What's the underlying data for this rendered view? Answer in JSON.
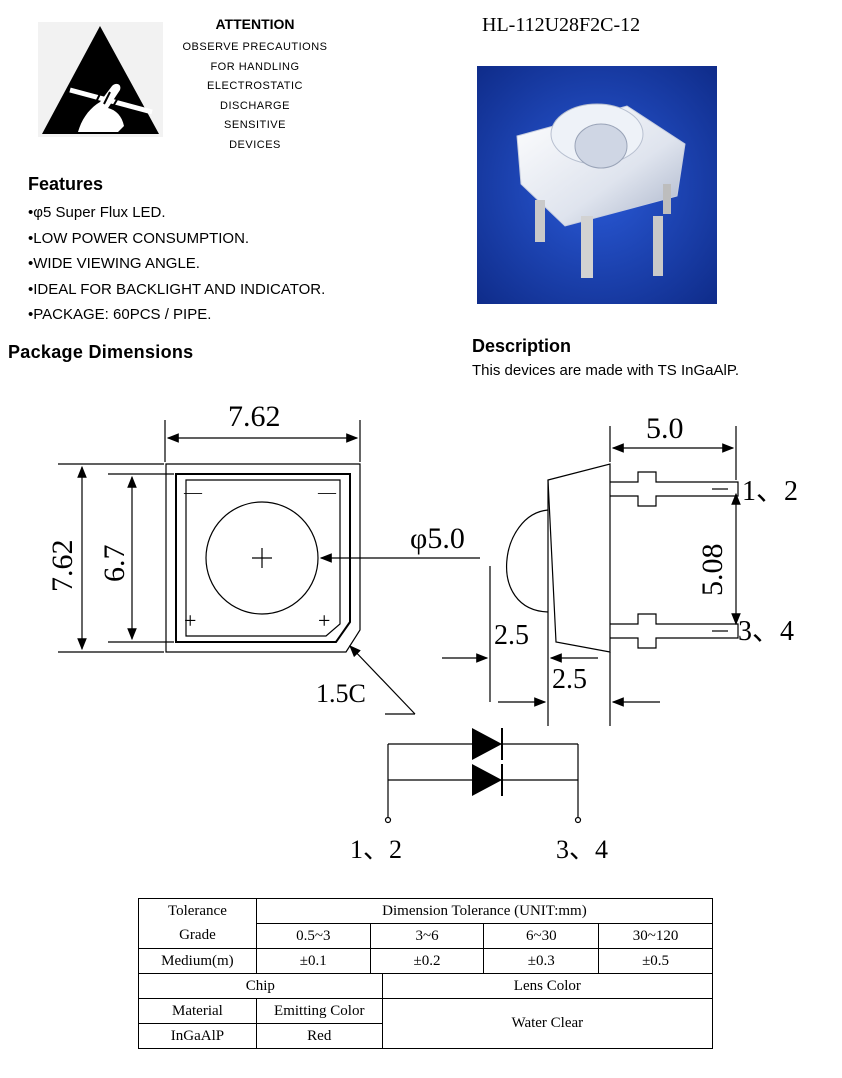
{
  "attention": {
    "title": "ATTENTION",
    "lines": [
      "OBSERVE PRECAUTIONS",
      "FOR HANDLING",
      "ELECTROSTATIC",
      "DISCHARGE",
      "SENSITIVE",
      "DEVICES"
    ],
    "icon": "esd-warning-icon"
  },
  "part_number": "HL-112U28F2C-12",
  "features": {
    "title": "Features",
    "items": [
      "φ5 Super Flux LED.",
      "LOW POWER CONSUMPTION.",
      "WIDE VIEWING ANGLE.",
      "IDEAL FOR BACKLIGHT AND INDICATOR.",
      "PACKAGE: 60PCS / PIPE."
    ]
  },
  "package_dimensions": {
    "title": "Package Dimensions"
  },
  "description": {
    "title": "Description",
    "text": "This devices are made with TS InGaAlP."
  },
  "drawing": {
    "top_width": "7.62",
    "left_outer": "7.62",
    "left_inner": "6.7",
    "lens_dia": "φ5.0",
    "chamfer": "1.5C",
    "side_width": "5.0",
    "pin_pitch": "5.08",
    "dim_lens": "2.5",
    "dim_body": "2.5",
    "pin_top": "1、2",
    "pin_bottom": "3、4",
    "minus": "—",
    "plus": "+",
    "schem_left": "1、2",
    "schem_right": "3、4"
  },
  "tolerance_table": {
    "tolerance": "Tolerance",
    "grade": "Grade",
    "header": "Dimension Tolerance (UNIT:mm)",
    "ranges": [
      "0.5~3",
      "3~6",
      "6~30",
      "30~120"
    ],
    "medium": "Medium(m)",
    "values": [
      "±0.1",
      "±0.2",
      "±0.3",
      "±0.5"
    ],
    "chip": "Chip",
    "lens_color": "Lens Color",
    "material": "Material",
    "emitting_color": "Emitting Color",
    "material_value": "InGaAlP",
    "emitting_value": "Red",
    "lens_value": "Water Clear"
  }
}
